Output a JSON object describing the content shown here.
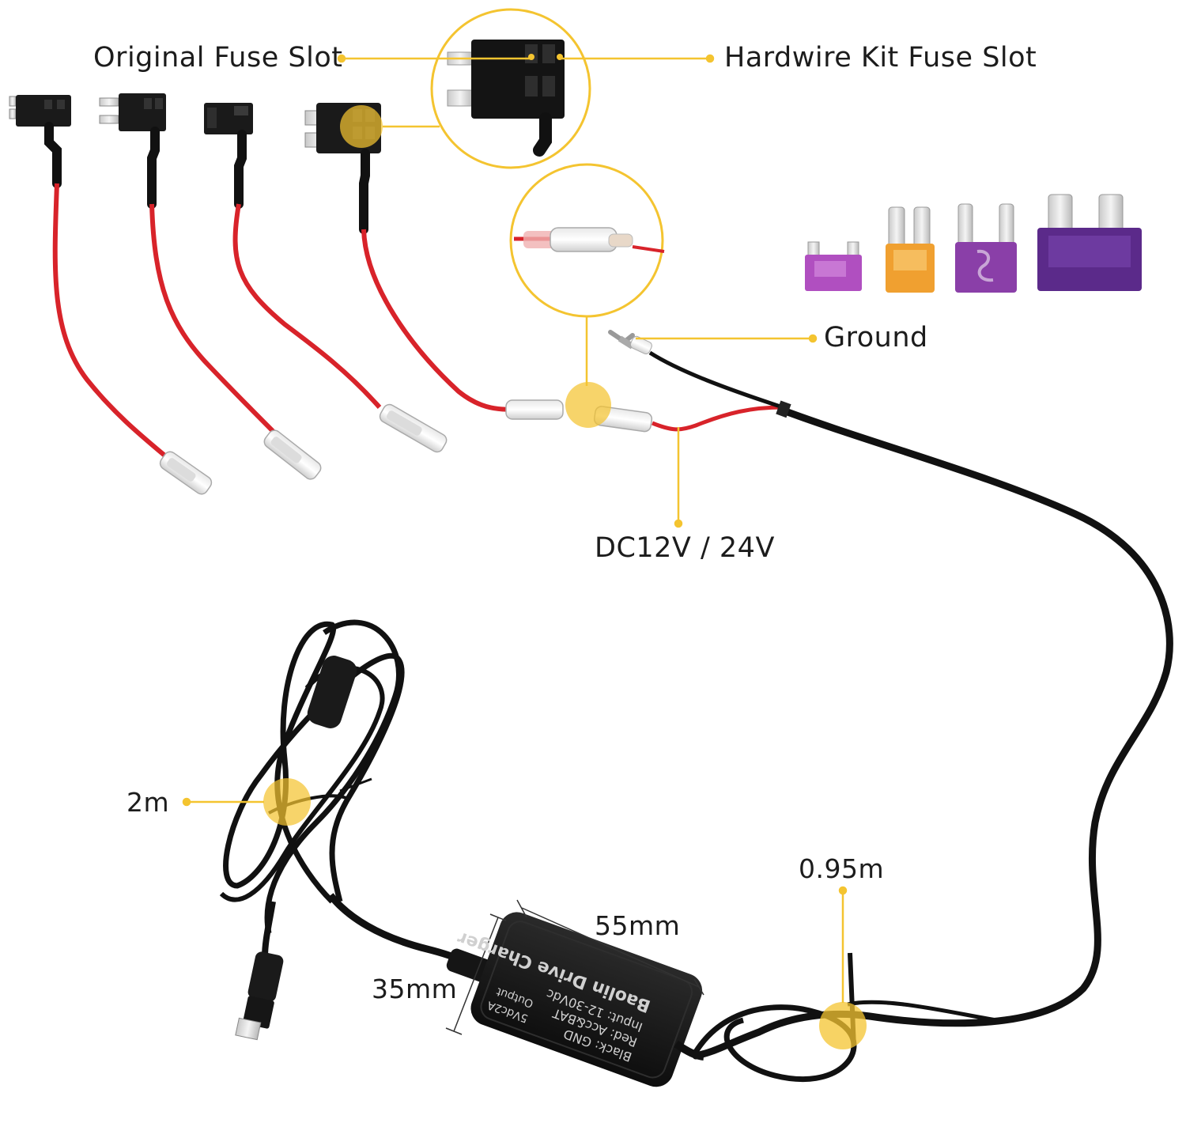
{
  "labels": {
    "original_fuse_slot": "Original Fuse Slot",
    "hardwire_kit_fuse_slot": "Hardwire Kit Fuse Slot",
    "ground": "Ground",
    "voltage": "DC12V / 24V",
    "cable_length_2m": "2m",
    "cable_length_095m": "0.95m",
    "width_55mm": "55mm",
    "height_35mm": "35mm"
  },
  "charger_box": {
    "line1": "Baolin Drive Charger",
    "line2": "Input: 12-30Vdc",
    "line3": "Red: Acc&BAT",
    "line4": "Black: GND",
    "line5": "Output",
    "line6": "5Vdc2A"
  },
  "colors": {
    "accent_yellow": "#f4c430",
    "wire_red": "#d8232a",
    "wire_black": "#111111",
    "fuse_purple_light": "#b04fc0",
    "fuse_orange": "#f0a030",
    "fuse_purple": "#8a3fa8",
    "fuse_purple_dark": "#5b2a8a"
  }
}
